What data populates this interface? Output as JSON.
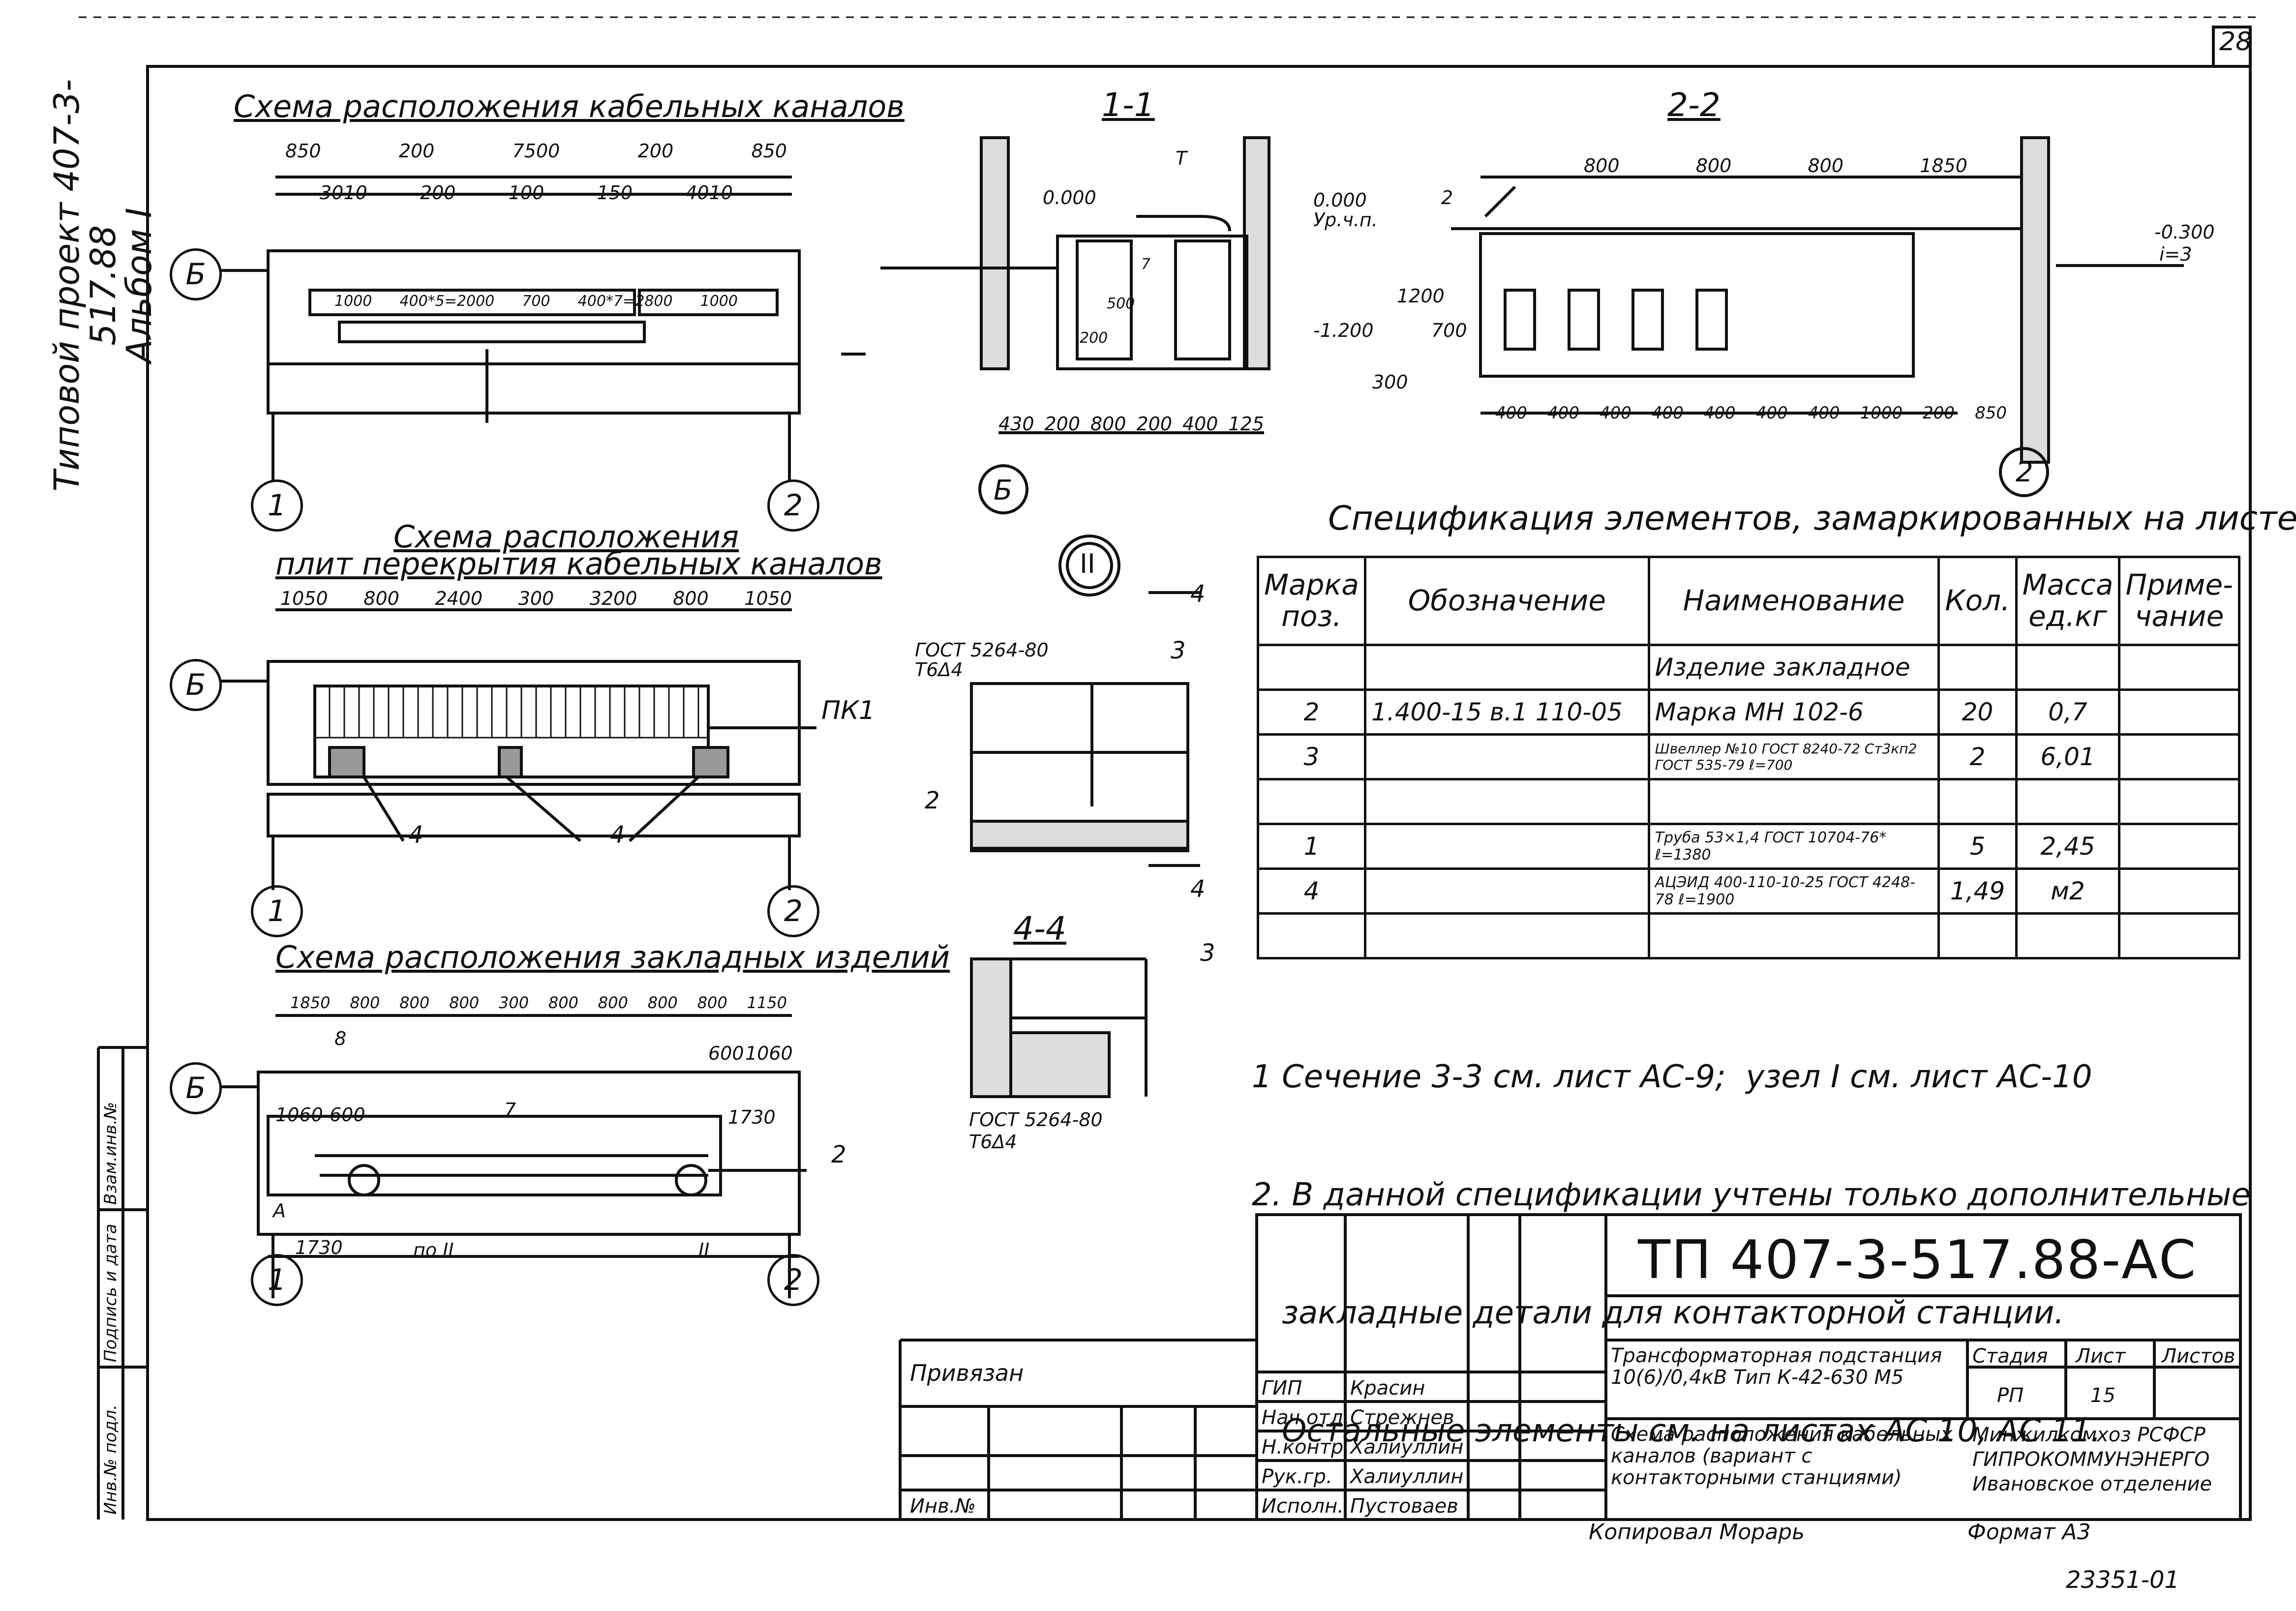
{
  "sheet_number": "28",
  "side_title": {
    "line1": "Типовой проект 407-3-517.88",
    "line2": "Альбом I"
  },
  "side_stamp": {
    "inv_podl": "Инв.№ подл.",
    "sign_date": "Подпись и дата",
    "vzam_inv": "Взам.инв.№"
  },
  "views": {
    "channels_plan_title": "Схема расположения кабельных каналов",
    "slabs_plan_title_1": "Схема расположения",
    "slabs_plan_title_2": "плит перекрытия кабельных каналов",
    "embedded_plan_title": "Схема расположения закладных изделий",
    "section_1_1": "1-1",
    "section_2_2": "2-2",
    "section_4_4": "4-4",
    "node_2": "II"
  },
  "axes": {
    "axis_1": "1",
    "axis_2": "2",
    "axis_b": "Б"
  },
  "dims_channels_top": [
    "850",
    "200",
    "7500",
    "200",
    "850"
  ],
  "dims_channels_mid": [
    "3010",
    "200",
    "100",
    "150",
    "4010"
  ],
  "dims_channels_inner": [
    "1000",
    "400*5=2000",
    "700",
    "400*7=2800",
    "1000"
  ],
  "dims_slabs": [
    "1050",
    "800",
    "2400",
    "300",
    "3200",
    "800",
    "1050"
  ],
  "dims_embedded": [
    "1850",
    "800",
    "800",
    "800",
    "300",
    "800",
    "800",
    "800",
    "800",
    "1150"
  ],
  "dims_embedded_extra": {
    "left": "1060",
    "left2": "600",
    "right": "600",
    "right2": "1060",
    "right3": "1730",
    "bottom": "1730",
    "count": "7",
    "mark_8": "8",
    "mark_2": "2"
  },
  "dims_section_1_1": [
    "430",
    "200",
    "800",
    "200",
    "400",
    "125"
  ],
  "dims_section_1_1_vert": [
    "200",
    "500",
    "7"
  ],
  "dims_section_2_2_top": [
    "800",
    "800",
    "800",
    "1850"
  ],
  "dims_section_2_2_bottom": [
    "400",
    "400",
    "400",
    "400",
    "400",
    "400",
    "400",
    "1000",
    "200",
    "850"
  ],
  "levels": {
    "zero": "0.000",
    "zero_2": "0.000",
    "ur_ch_p": "Ур.ч.п.",
    "minus_1200": "-1.200",
    "minus_0300": "-0.300",
    "slope": "i=3",
    "h_1200": "1200",
    "h_700": "700",
    "h_300": "300"
  },
  "labels": {
    "pk1": "ПК1",
    "mark_4": "4",
    "gost_weld": "ГОСТ 5264-80",
    "weld_type": "Т6Δ4",
    "po_2": "по II",
    "node_2_ref": "II",
    "t_mark": "Т",
    "m_2": "2",
    "m_3": "3",
    "m_1": "1",
    "a_mark": "А"
  },
  "spec": {
    "title": "Спецификация элементов, замаркированных на листе.",
    "headers": [
      "Марка поз.",
      "Обозначение",
      "Наименование",
      "Кол.",
      "Масса ед.кг",
      "Приме- чание"
    ],
    "rows": [
      [
        "",
        "",
        "Изделие закладное",
        "",
        "",
        ""
      ],
      [
        "2",
        "1.400-15 в.1 110-05",
        "Марка МН 102-6",
        "20",
        "0,7",
        ""
      ],
      [
        "3",
        "",
        "Швеллер №10 ГОСТ 8240-72 Ст3кп2 ГОСТ 535-79 ℓ=700",
        "2",
        "6,01",
        ""
      ],
      [
        "",
        "",
        "",
        "",
        "",
        ""
      ],
      [
        "1",
        "",
        "Труба 53×1,4 ГОСТ 10704-76* ℓ=1380",
        "5",
        "2,45",
        ""
      ],
      [
        "4",
        "",
        "АЦЭИД 400-110-10-25 ГОСТ 4248-78 ℓ=1900",
        "1,49",
        "м2",
        ""
      ],
      [
        "",
        "",
        "",
        "",
        "",
        ""
      ]
    ]
  },
  "notes": [
    "1 Сечение 3-3 см. лист АС-9;  узел I см. лист АС-10",
    "2. В данной спецификации учтены только дополнительные",
    "   закладные детали для контакторной станции.",
    "   Остальные элементы см. на листах АС 10, АС 11."
  ],
  "title_block": {
    "code": "ТП  407-3-517.88-АС",
    "privyazan": "Привязан",
    "inv_no": "Инв.№",
    "roles": [
      {
        "role": "ГИП",
        "name": "Красин"
      },
      {
        "role": "Нач.отд.",
        "name": "Стрежнев"
      },
      {
        "role": "Н.контр.",
        "name": "Халиуллин"
      },
      {
        "role": "Рук.гр.",
        "name": "Халиуллин"
      },
      {
        "role": "Исполн.",
        "name": "Пустоваев"
      }
    ],
    "object_name": "Трансформаторная подстанция 10(6)/0,4кВ Тип К-42-630 М5",
    "sheet_name": "Схема расположения кабельных каналов (вариант с контакторными станциями)",
    "stage_label": "Стадия",
    "sheet_label": "Лист",
    "sheets_label": "Листов",
    "stage": "РП",
    "sheet": "15",
    "sheets": "",
    "org_1": "Минжилкомхоз РСФСР",
    "org_2": "ГИПРОКОММУНЭНЕРГО",
    "org_3": "Ивановское отделение",
    "copied": "Копировал  Морарь",
    "format": "Формат А3",
    "stamp_no": "23351-01"
  }
}
